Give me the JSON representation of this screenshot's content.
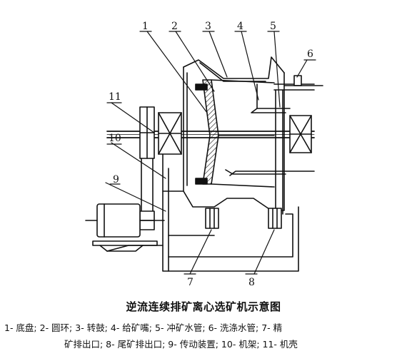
{
  "caption": {
    "title": "逆流连续排矿离心选矿机示意图",
    "legend_line1": "1- 底盘;  2- 圆环;  3- 转鼓;  4- 给矿嘴;  5- 冲矿水管;  6- 洗涤水管;  7- 精",
    "legend_line2": "矿排出口;  8- 尾矿排出口;  9- 传动装置;  10- 机架;  11- 机壳"
  },
  "labels": [
    "1",
    "2",
    "3",
    "4",
    "5",
    "6",
    "7",
    "8",
    "9",
    "10",
    "11"
  ],
  "colors": {
    "ink": "#111111",
    "paper": "#ffffff"
  }
}
